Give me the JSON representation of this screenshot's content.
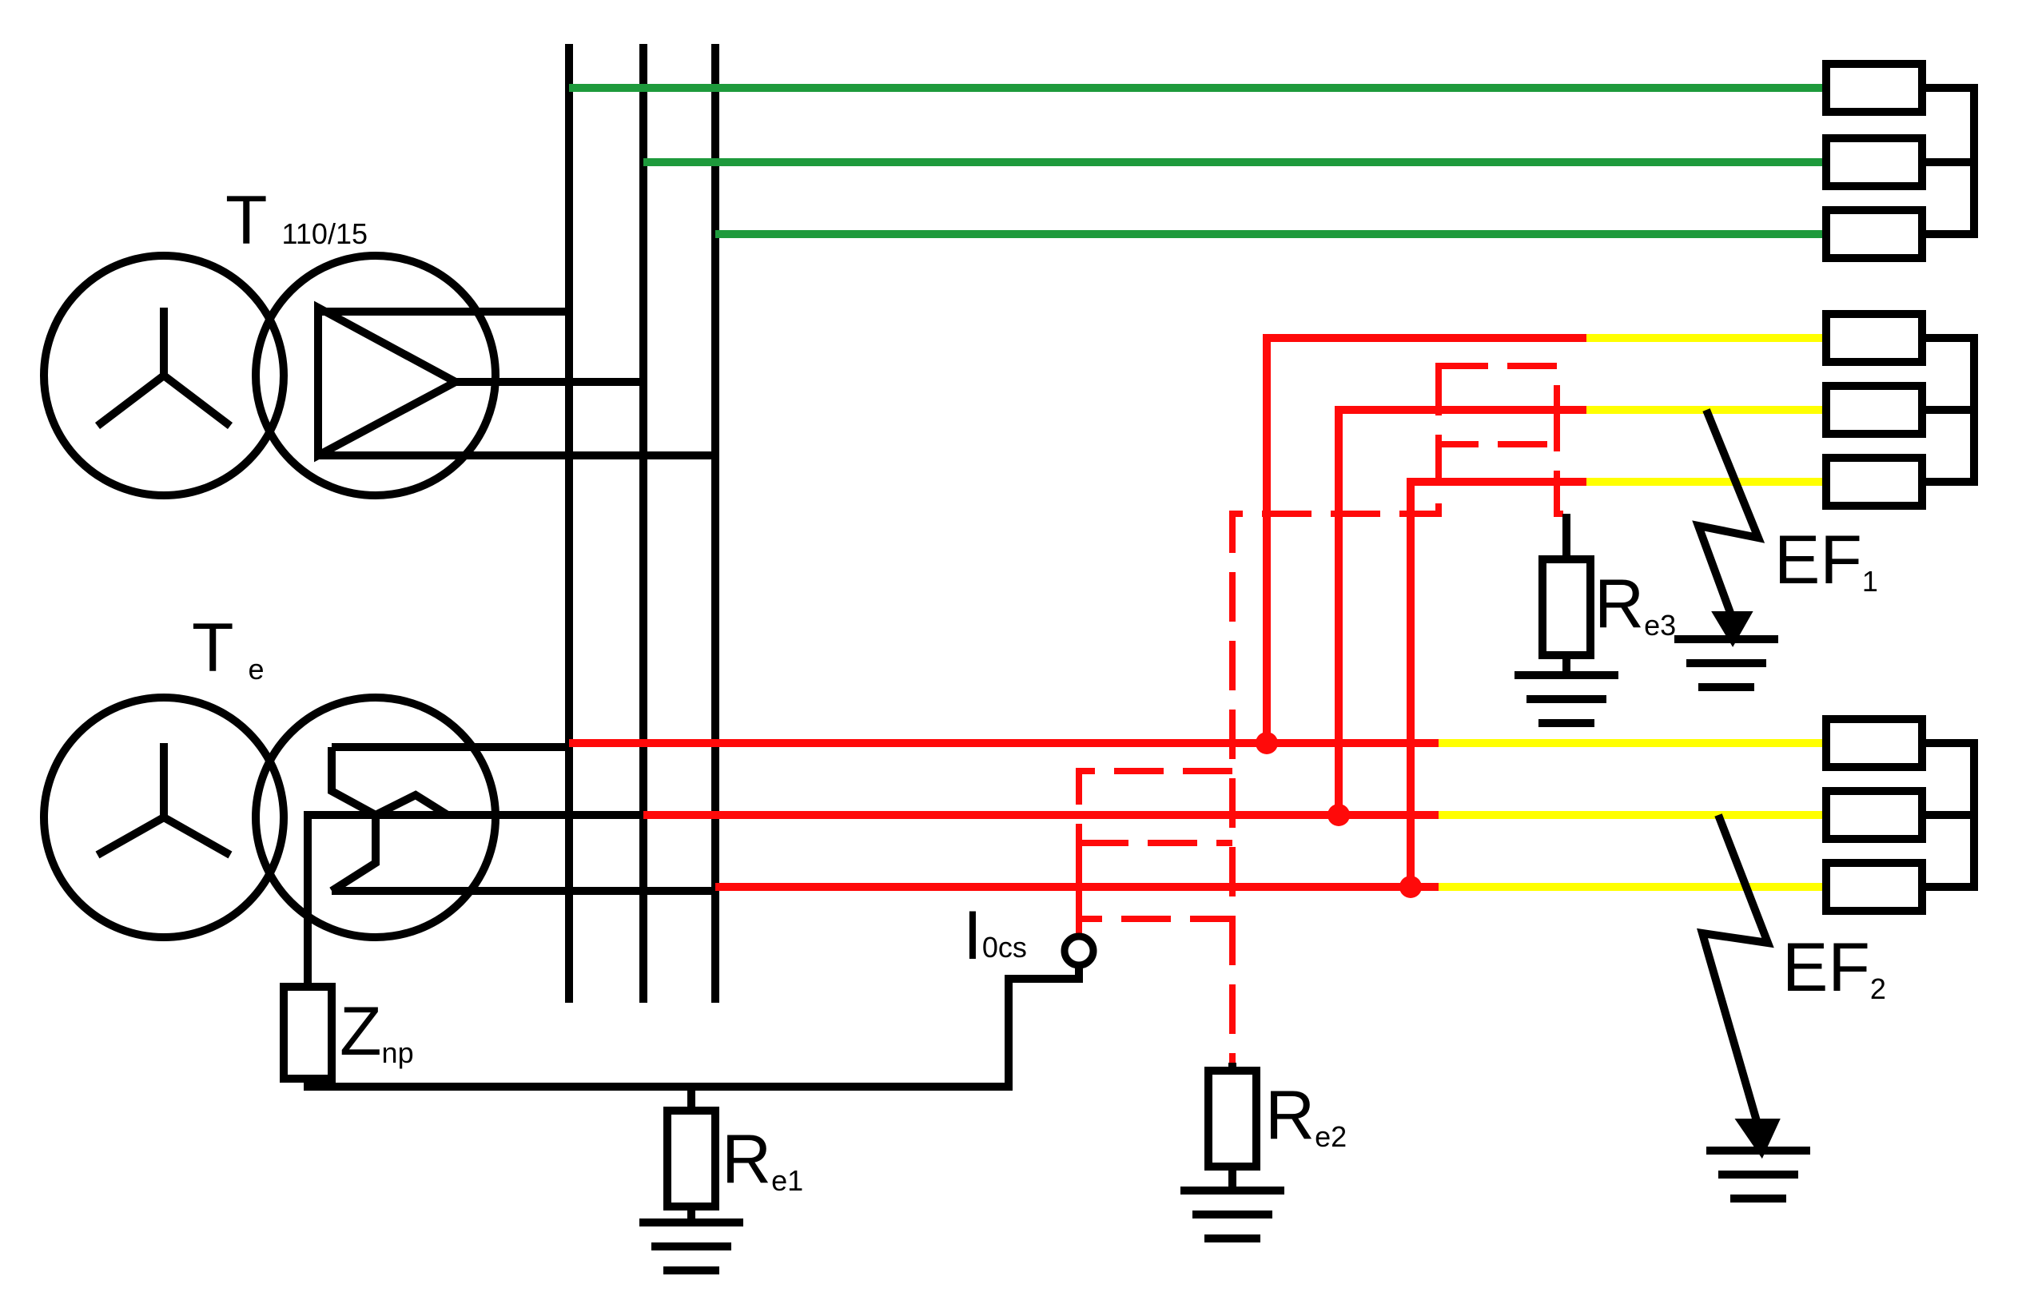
{
  "diagram": {
    "colors": {
      "conductor": "#000000",
      "healthy_feeder": "#1e9a3c",
      "faulted_cable": "#ff0a0a",
      "overhead_section": "#ffff00",
      "background": "#ffffff"
    },
    "labels": {
      "t110": {
        "main": "T",
        "sub": "110/15"
      },
      "te": {
        "main": "T",
        "sub": "e"
      },
      "znp": {
        "main": "Z",
        "sub": "np"
      },
      "re1": {
        "main": "R",
        "sub": "e1"
      },
      "re2": {
        "main": "R",
        "sub": "e2"
      },
      "re3": {
        "main": "R",
        "sub": "e3"
      },
      "ef1": {
        "main": "EF",
        "sub": "1"
      },
      "ef2": {
        "main": "EF",
        "sub": "2"
      },
      "i0cs": {
        "main": "I",
        "sub": "0cs"
      }
    }
  }
}
